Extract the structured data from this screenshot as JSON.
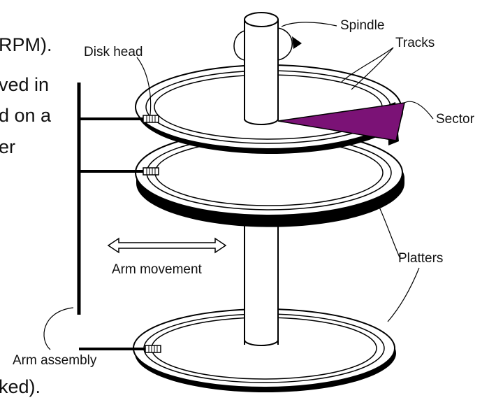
{
  "background_text": {
    "line1": "RPM).",
    "line2": "ved in",
    "line3": "d on a",
    "line4": "er",
    "line5": "ked)."
  },
  "labels": {
    "spindle": "Spindle",
    "tracks": "Tracks",
    "disk_head": "Disk head",
    "sector": "Sector",
    "platters": "Platters",
    "arm_movement": "Arm movement",
    "arm_assembly": "Arm assembly"
  },
  "colors": {
    "sector": "#7b1276",
    "line": "#000000",
    "background": "#ffffff"
  }
}
